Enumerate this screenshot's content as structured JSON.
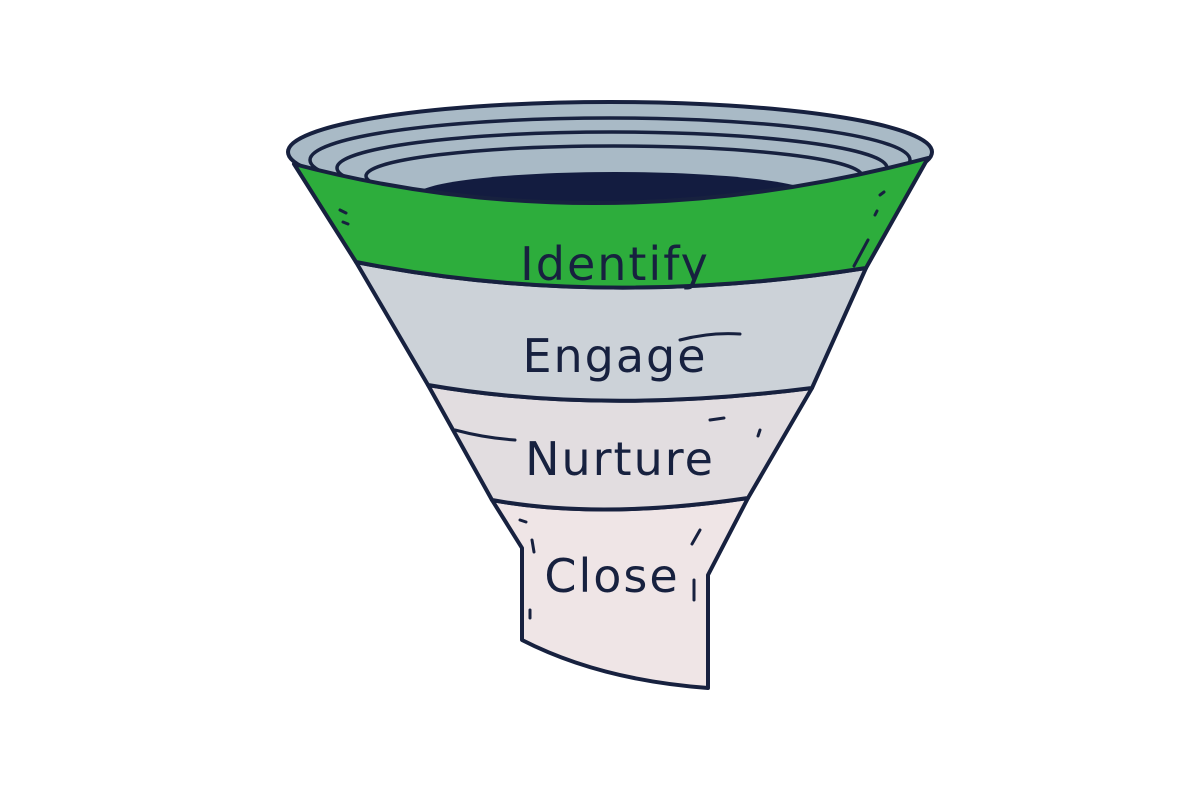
{
  "diagram": {
    "type": "sales-funnel",
    "stages": [
      {
        "label": "Identify",
        "color": "#2dad3c"
      },
      {
        "label": "Engage",
        "color": "#ccd2d8"
      },
      {
        "label": "Nurture",
        "color": "#e2dde0"
      },
      {
        "label": "Close",
        "color": "#efe5e6"
      }
    ],
    "rim": {
      "outer_color": "#a9bac6",
      "inner_color": "#b4c2cc",
      "hole_color": "#131c40"
    },
    "outline_color": "#17213f",
    "background_color": "#ffffff"
  }
}
